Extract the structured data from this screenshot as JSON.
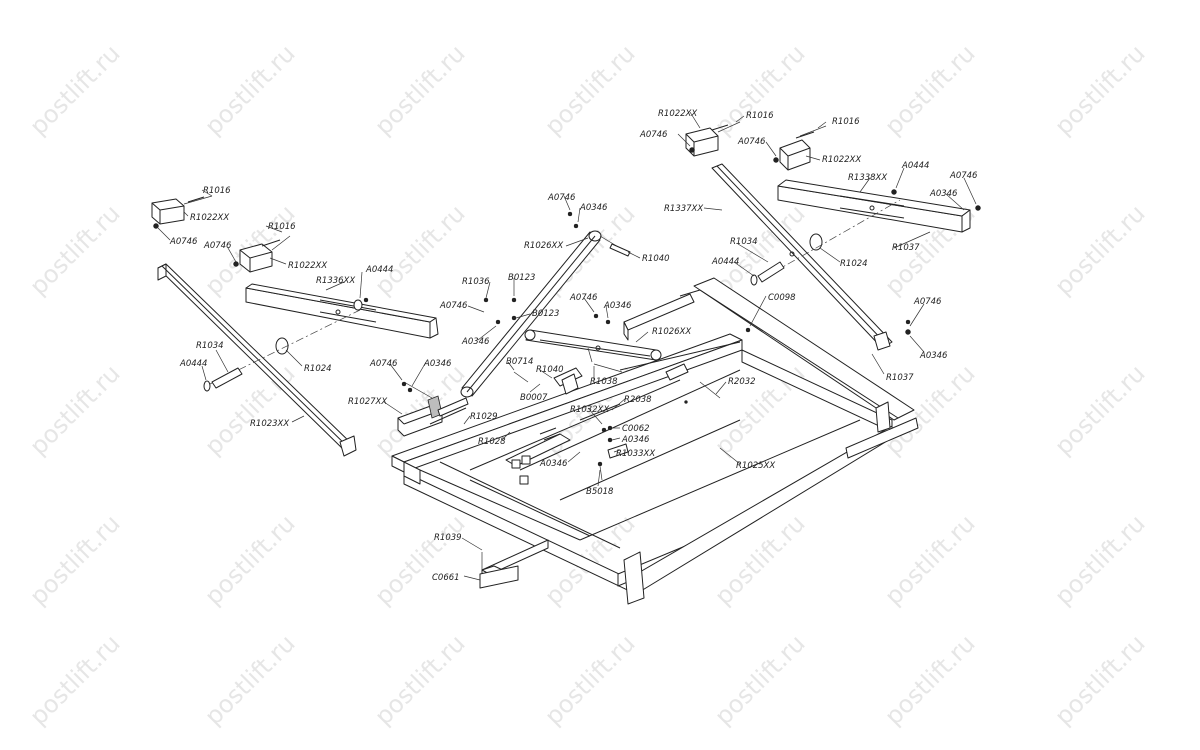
{
  "watermark": "postlift.ru",
  "labels": {
    "r1016_a": "R1016",
    "r1022_a": "R1022XX",
    "a0746_a": "A0746",
    "r1016_b": "R1016",
    "a0746_b": "A0746",
    "r1022_b": "R1022XX",
    "r1336": "R1336XX",
    "a0444_a": "A0444",
    "r1024_a": "R1024",
    "r1034_a": "R1034",
    "a0444_b": "A0444",
    "r1023": "R1023XX",
    "a0746_c": "A0746",
    "a0346_a": "A0346",
    "r1027": "R1027XX",
    "r1029": "R1029",
    "r1028": "R1028",
    "a0746_d": "A0746",
    "a0346_b": "A0346",
    "r1026_a": "R1026XX",
    "r1040_a": "R1040",
    "r1036": "R1036",
    "b0123_a": "B0123",
    "a0746_e": "A0746",
    "b0123_b": "B0123",
    "a0346_c": "A0346",
    "a0746_f": "A0746",
    "a0346_d": "A0346",
    "r1026_b": "R1026XX",
    "b0714": "B0714",
    "r1040_b": "R1040",
    "b0007": "B0007",
    "r1038": "R1038",
    "r1032": "R1032XX",
    "r2038": "R2038",
    "c0062": "C0062",
    "a0346_e": "A0346",
    "r1033": "R1033XX",
    "a0346_f": "A0346",
    "b5018": "B5018",
    "r2032": "R2032",
    "r1025": "R1025XX",
    "c0098": "C0098",
    "r1022_c": "R1022XX",
    "r1016_c": "R1016",
    "a0746_g": "A0746",
    "a0746_h": "A0746",
    "r1016_d": "R1016",
    "r1022_d": "R1022XX",
    "a0444_c": "A0444",
    "r1338": "R1338XX",
    "a0746_i": "A0746",
    "r1337": "R1337XX",
    "a0346_g": "A0346",
    "r1034_b": "R1034",
    "r1024_b": "R1024",
    "r1037_a": "R1037",
    "a0444_d": "A0444",
    "a0746_j": "A0746",
    "a0346_h": "A0346",
    "r1037_b": "R1037",
    "r1039": "R1039",
    "c0661": "C0661"
  }
}
